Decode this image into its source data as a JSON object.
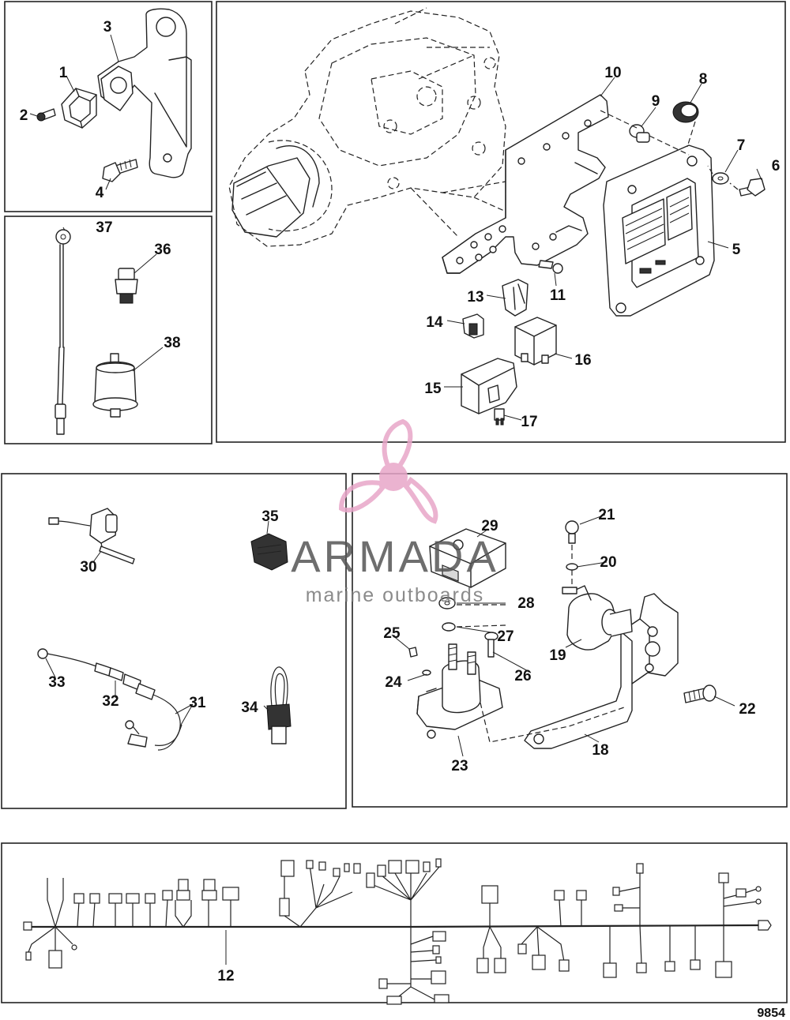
{
  "callouts": [
    {
      "id": "c1",
      "label": "1"
    },
    {
      "id": "c2",
      "label": "2"
    },
    {
      "id": "c3",
      "label": "3"
    },
    {
      "id": "c4",
      "label": "4"
    },
    {
      "id": "c5",
      "label": "5"
    },
    {
      "id": "c6",
      "label": "6"
    },
    {
      "id": "c7",
      "label": "7"
    },
    {
      "id": "c8",
      "label": "8"
    },
    {
      "id": "c9",
      "label": "9"
    },
    {
      "id": "c10",
      "label": "10"
    },
    {
      "id": "c11",
      "label": "11"
    },
    {
      "id": "c12",
      "label": "12"
    },
    {
      "id": "c13",
      "label": "13"
    },
    {
      "id": "c14",
      "label": "14"
    },
    {
      "id": "c15",
      "label": "15"
    },
    {
      "id": "c16",
      "label": "16"
    },
    {
      "id": "c17",
      "label": "17"
    },
    {
      "id": "c18",
      "label": "18"
    },
    {
      "id": "c19",
      "label": "19"
    },
    {
      "id": "c20",
      "label": "20"
    },
    {
      "id": "c21",
      "label": "21"
    },
    {
      "id": "c22",
      "label": "22"
    },
    {
      "id": "c23",
      "label": "23"
    },
    {
      "id": "c24",
      "label": "24"
    },
    {
      "id": "c25",
      "label": "25"
    },
    {
      "id": "c26",
      "label": "26"
    },
    {
      "id": "c27",
      "label": "27"
    },
    {
      "id": "c28",
      "label": "28"
    },
    {
      "id": "c29",
      "label": "29"
    },
    {
      "id": "c30",
      "label": "30"
    },
    {
      "id": "c31",
      "label": "31"
    },
    {
      "id": "c32",
      "label": "32"
    },
    {
      "id": "c33",
      "label": "33"
    },
    {
      "id": "c34",
      "label": "34"
    },
    {
      "id": "c35",
      "label": "35"
    },
    {
      "id": "c36",
      "label": "36"
    },
    {
      "id": "c37",
      "label": "37"
    },
    {
      "id": "c38",
      "label": "38"
    }
  ],
  "figure_number": "9854",
  "watermark": {
    "title": "ARMADA",
    "subtitle": "marine outboards",
    "logo_icon": "propeller-logo-icon",
    "color": "#e8a6c8"
  }
}
